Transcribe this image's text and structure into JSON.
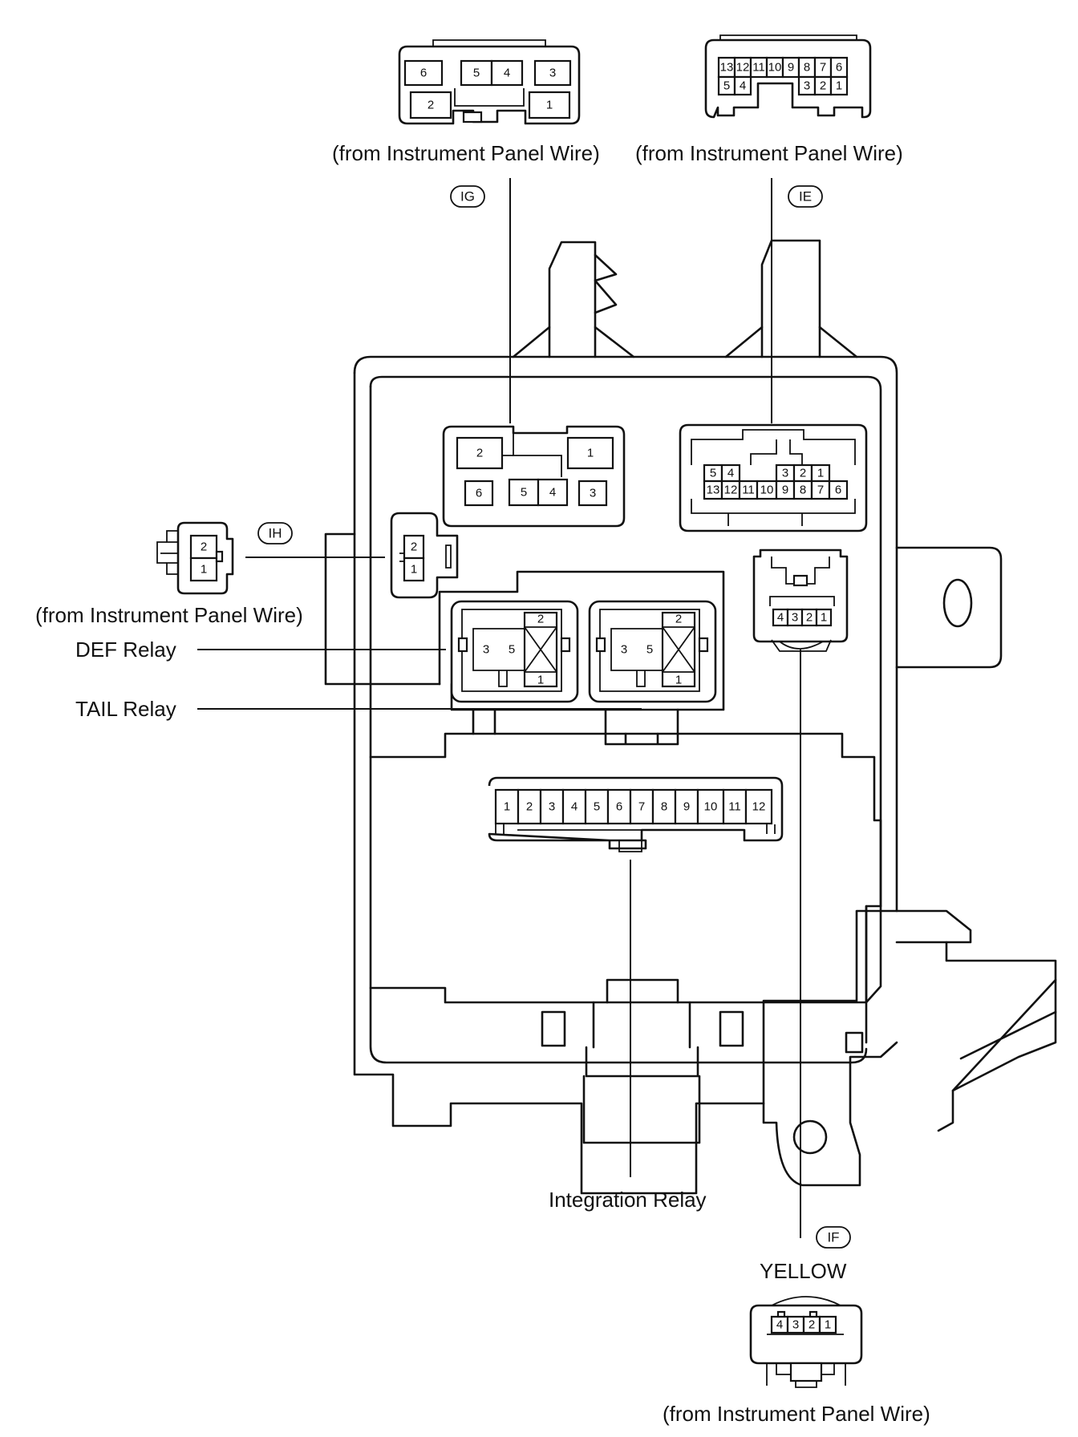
{
  "labels": {
    "from_ipw": "(from Instrument Panel Wire)",
    "def_relay": "DEF Relay",
    "tail_relay": "TAIL Relay",
    "integration_relay": "Integration Relay",
    "yellow": "YELLOW"
  },
  "connectors": {
    "ig": {
      "code": "IG",
      "pins_top": [
        "6",
        "5",
        "4",
        "3"
      ],
      "pins_bottom": [
        "2",
        "1"
      ]
    },
    "ie": {
      "code": "IE",
      "pins_top": [
        "13",
        "12",
        "11",
        "10",
        "9",
        "8",
        "7",
        "6"
      ],
      "pins_bottom_left": [
        "5",
        "4"
      ],
      "pins_bottom_right": [
        "3",
        "2",
        "1"
      ]
    },
    "ih": {
      "code": "IH",
      "pins": [
        "2",
        "1"
      ]
    },
    "if": {
      "code": "IF",
      "pins": [
        "4",
        "3",
        "2",
        "1"
      ]
    }
  },
  "block": {
    "ig_socket": {
      "top": [
        "2",
        "1"
      ],
      "bottom": [
        "6",
        "5",
        "4",
        "3"
      ]
    },
    "ie_socket": {
      "top_left": [
        "5",
        "4"
      ],
      "top_right": [
        "3",
        "2",
        "1"
      ],
      "bottom": [
        "13",
        "12",
        "11",
        "10",
        "9",
        "8",
        "7",
        "6"
      ]
    },
    "ih_socket": [
      "2",
      "1"
    ],
    "if_socket": [
      "4",
      "3",
      "2",
      "1"
    ],
    "relay_pins": {
      "left": [
        "3",
        "5"
      ],
      "coil": [
        "2",
        "1"
      ]
    },
    "integration_pins": [
      "1",
      "2",
      "3",
      "4",
      "5",
      "6",
      "7",
      "8",
      "9",
      "10",
      "11",
      "12"
    ]
  }
}
